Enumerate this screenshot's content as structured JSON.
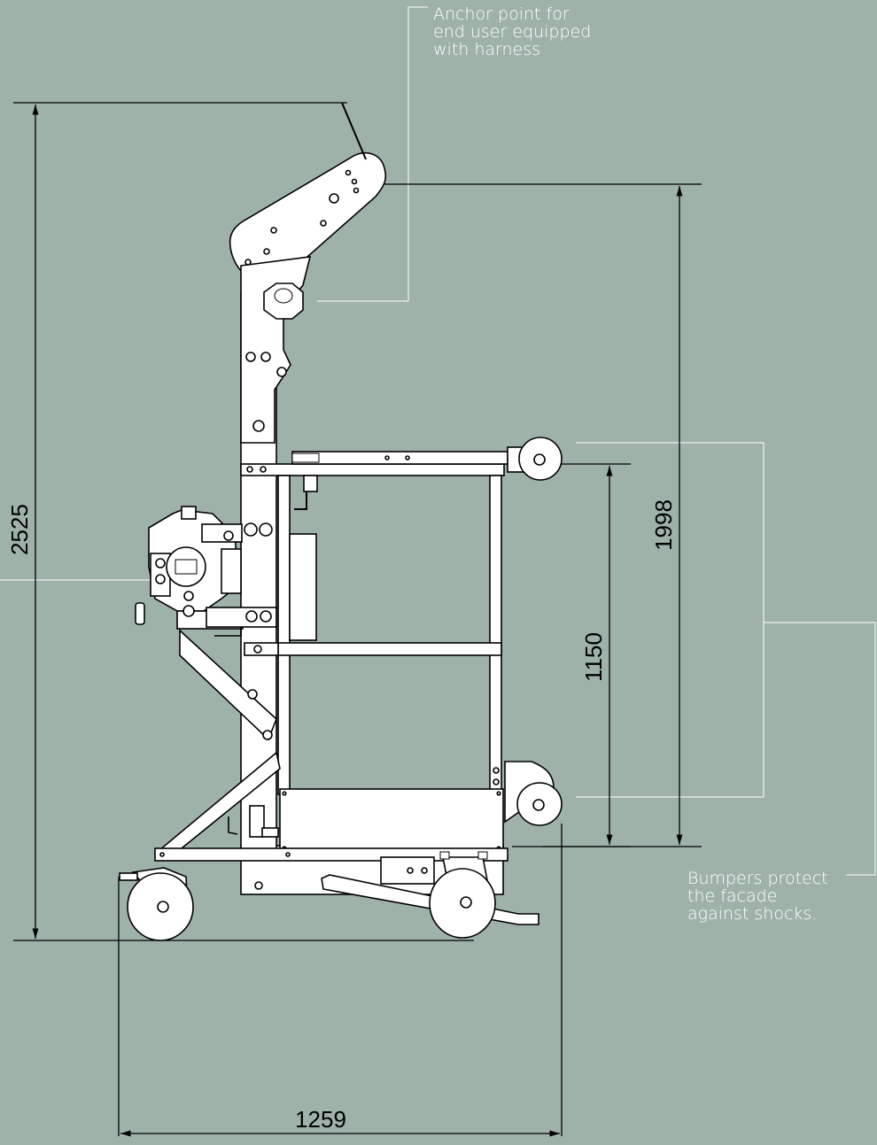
{
  "callouts": {
    "anchor": "Anchor point for\nend user equipped\nwith harness",
    "bumpers": "Bumpers protect\nthe facade\nagainst shocks."
  },
  "dimensions": {
    "total_height": "2525",
    "arm_height": "1998",
    "basket_height": "1150",
    "width": "1259"
  }
}
